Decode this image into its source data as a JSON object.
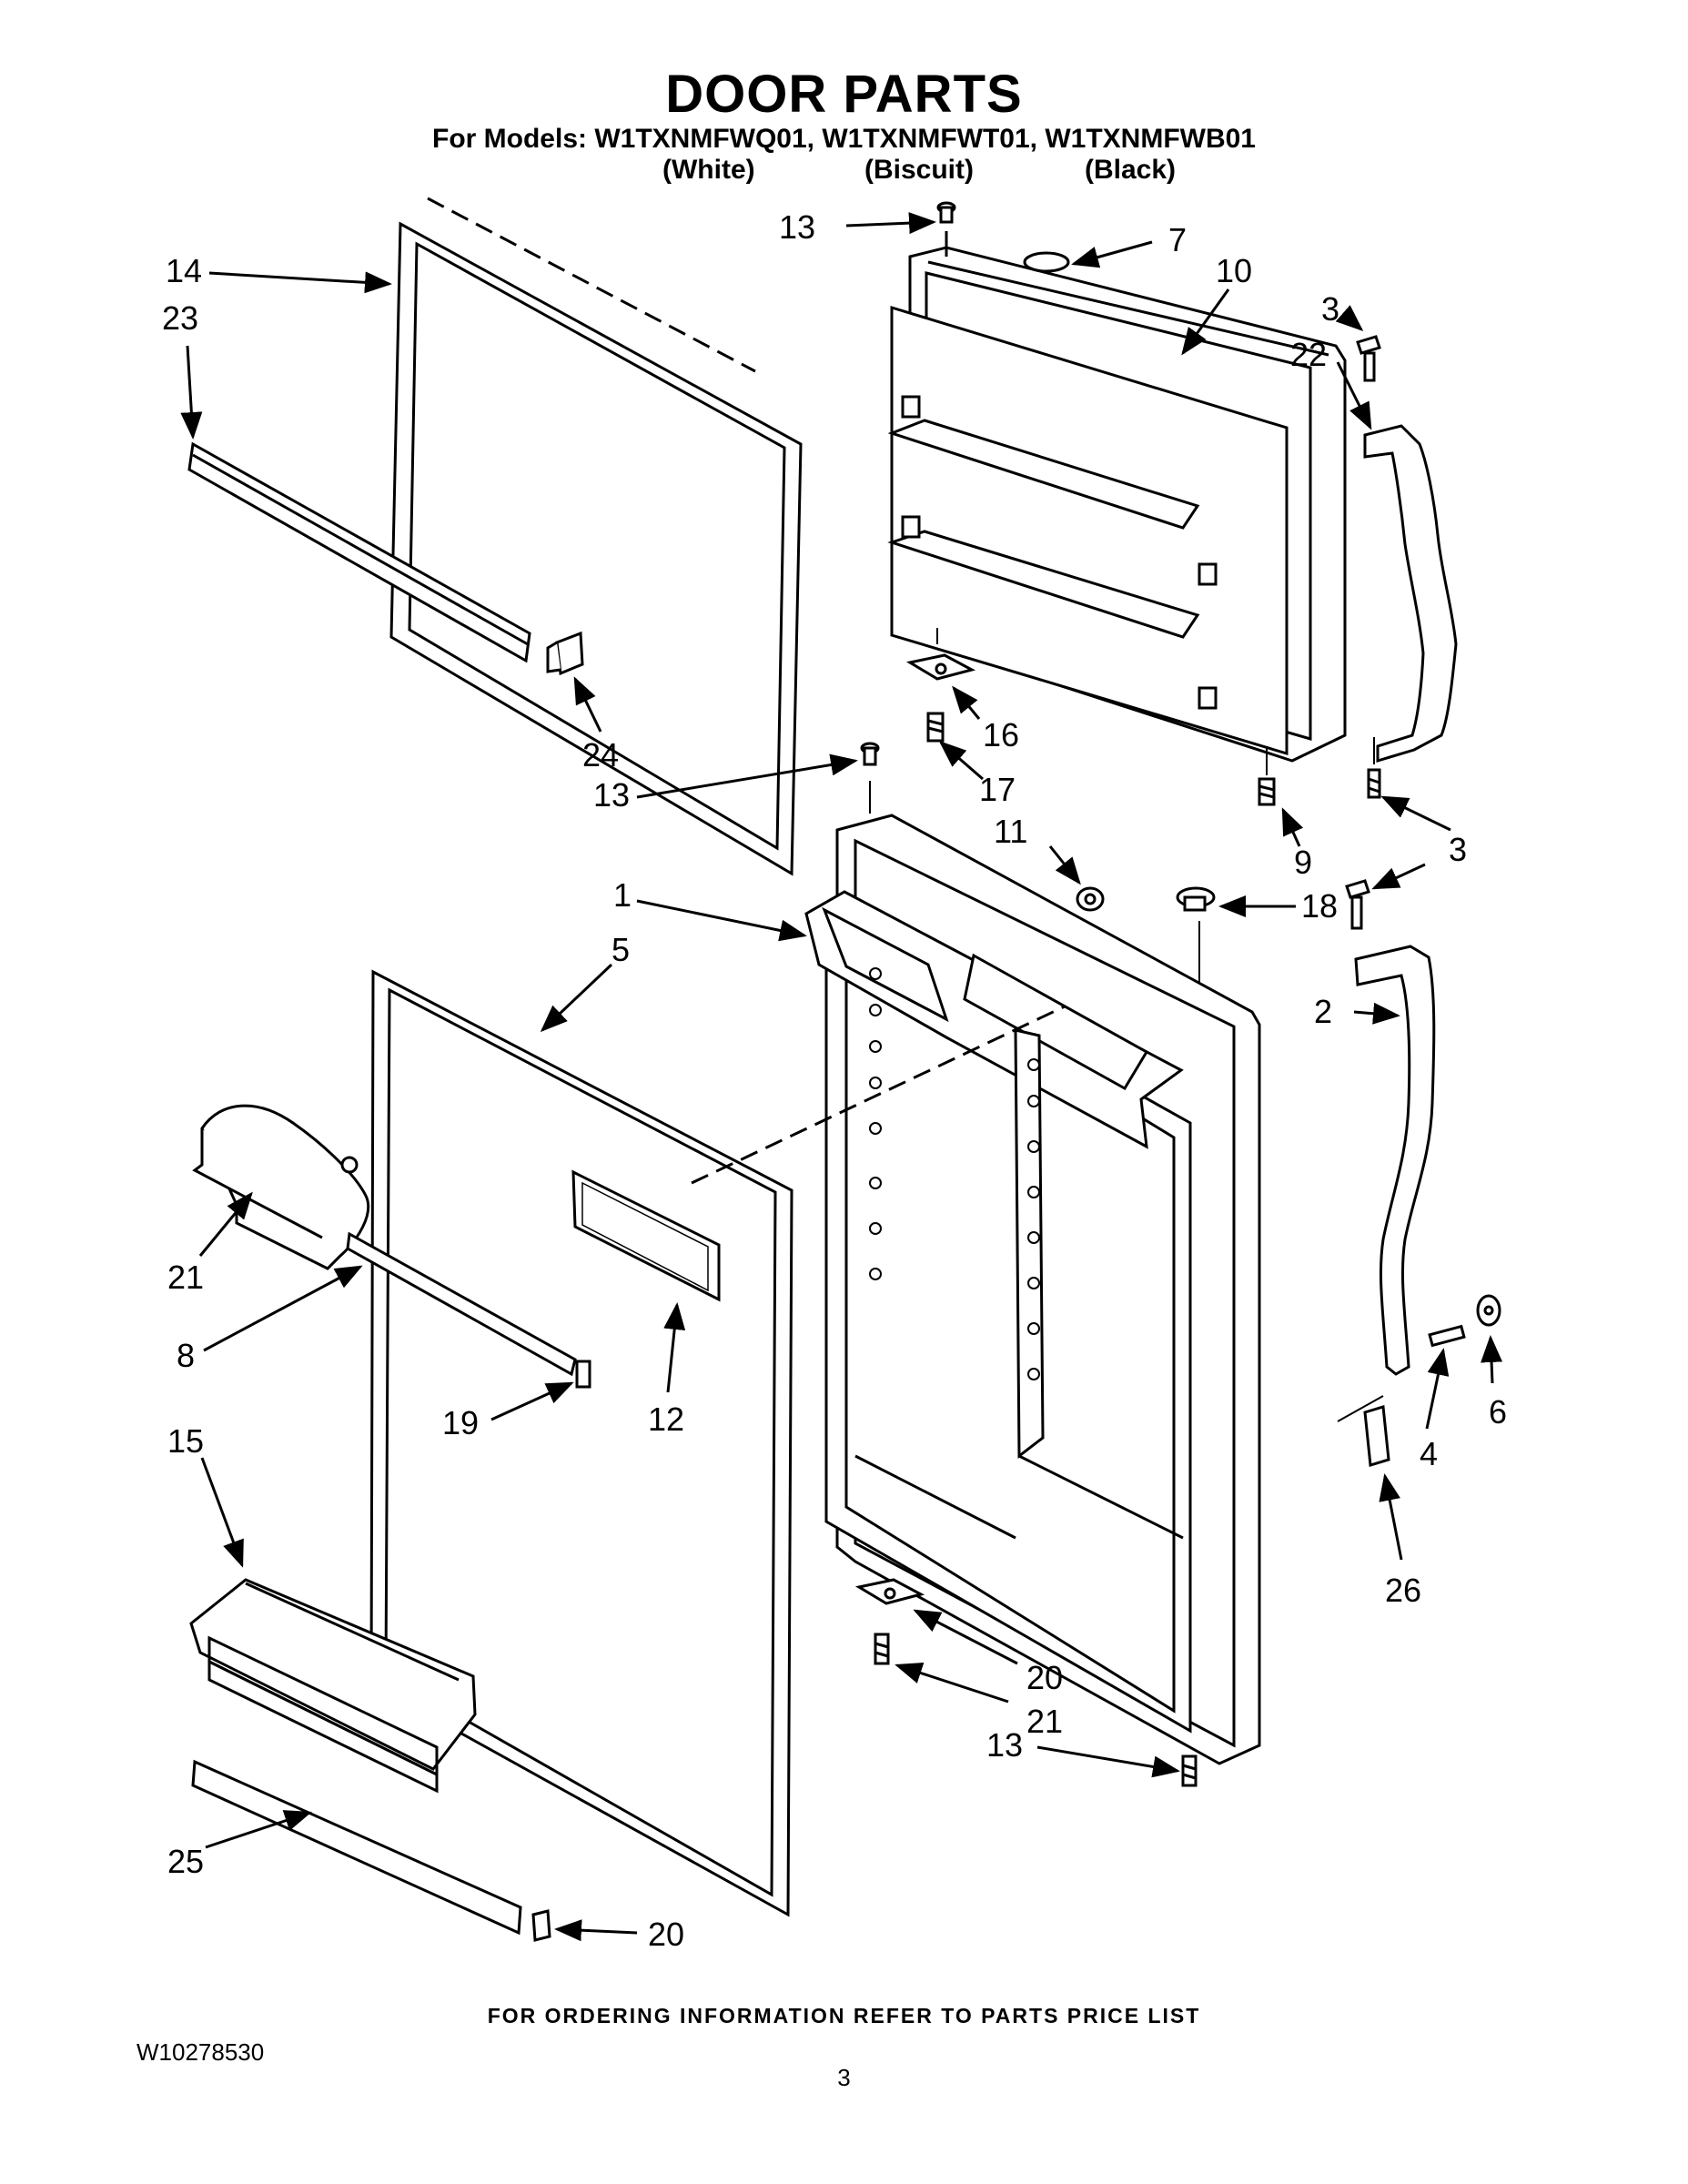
{
  "header": {
    "title": "DOOR PARTS",
    "models_line": "For Models: W1TXNMFWQ01, W1TXNMFWT01, W1TXNMFWB01",
    "variants": [
      "(White)",
      "(Biscuit)",
      "(Black)"
    ]
  },
  "callouts": [
    {
      "id": "c13a",
      "label": "13"
    },
    {
      "id": "c7",
      "label": "7"
    },
    {
      "id": "c10",
      "label": "10"
    },
    {
      "id": "c14",
      "label": "14"
    },
    {
      "id": "c23",
      "label": "23"
    },
    {
      "id": "c3a",
      "label": "3"
    },
    {
      "id": "c22",
      "label": "22"
    },
    {
      "id": "c24",
      "label": "24"
    },
    {
      "id": "c16",
      "label": "16"
    },
    {
      "id": "c17",
      "label": "17"
    },
    {
      "id": "c13b",
      "label": "13"
    },
    {
      "id": "c11",
      "label": "11"
    },
    {
      "id": "c9",
      "label": "9"
    },
    {
      "id": "c3b",
      "label": "3"
    },
    {
      "id": "c1",
      "label": "1"
    },
    {
      "id": "c18",
      "label": "18"
    },
    {
      "id": "c5",
      "label": "5"
    },
    {
      "id": "c2",
      "label": "2"
    },
    {
      "id": "c21a",
      "label": "21"
    },
    {
      "id": "c8",
      "label": "8"
    },
    {
      "id": "c19",
      "label": "19"
    },
    {
      "id": "c12",
      "label": "12"
    },
    {
      "id": "c4",
      "label": "4"
    },
    {
      "id": "c6",
      "label": "6"
    },
    {
      "id": "c15",
      "label": "15"
    },
    {
      "id": "c26",
      "label": "26"
    },
    {
      "id": "c20a",
      "label": "20"
    },
    {
      "id": "c21b",
      "label": "21"
    },
    {
      "id": "c13c",
      "label": "13"
    },
    {
      "id": "c25",
      "label": "25"
    },
    {
      "id": "c20b",
      "label": "20"
    }
  ],
  "footer": {
    "ordering_note": "FOR ORDERING INFORMATION REFER TO PARTS PRICE LIST",
    "document_number": "W10278530",
    "page_number": "3"
  }
}
